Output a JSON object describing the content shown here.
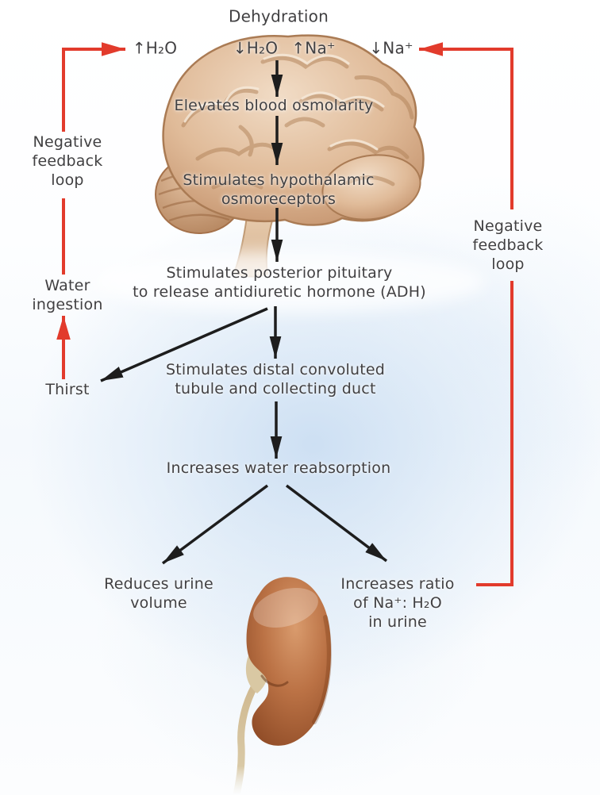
{
  "title": "Dehydration",
  "colors": {
    "feedback_red": "#e23b2c",
    "arrow_black": "#1d1d1d",
    "text": "#414042",
    "brain_tan": "#ddb794",
    "kidney_brown": "#a85b31",
    "ureter_tan": "#d8c49e",
    "background_blue": "#d6e5f3"
  },
  "top_labels": {
    "h2o_increase": "↑H₂O",
    "h2o_decrease": "↓H₂O",
    "na_increase": "↑Na⁺",
    "na_decrease": "↓Na⁺"
  },
  "flow_nodes": {
    "elevates_osmolarity": "Elevates blood osmolarity",
    "hypothalamic_osmoreceptors": "Stimulates hypothalamic\nosmoreceptors",
    "posterior_pituitary": "Stimulates posterior pituitary\nto release antidiuretic hormone (ADH)",
    "distal_tubule": "Stimulates distal convoluted\ntubule and collecting duct",
    "water_reabsorption": "Increases water reabsorption",
    "reduces_urine_volume": "Reduces urine\nvolume",
    "na_h2o_ratio": "Increases ratio\nof Na⁺: H₂O\nin urine",
    "thirst": "Thirst",
    "water_ingestion": "Water\ningestion"
  },
  "feedback_labels": {
    "left_loop": "Negative\nfeedback\nloop",
    "right_loop": "Negative\nfeedback\nloop"
  },
  "illustrations": {
    "brain": "brain-illustration",
    "kidney": "kidney-illustration"
  }
}
